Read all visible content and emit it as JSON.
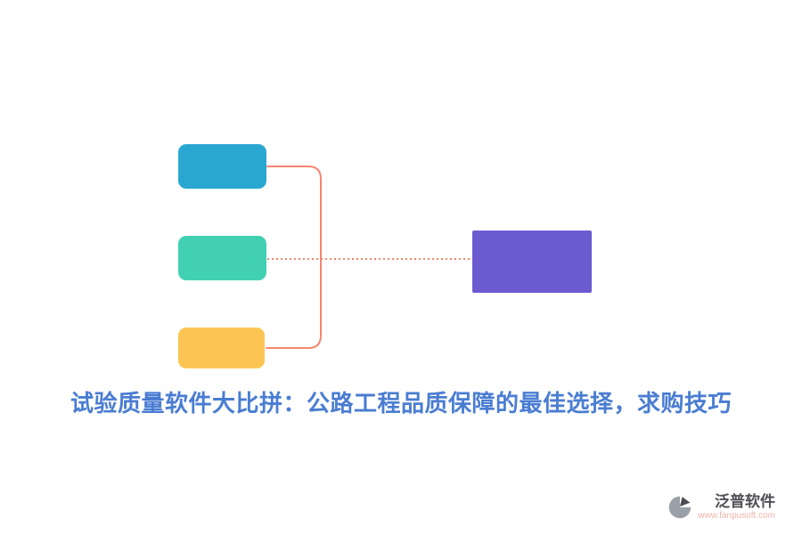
{
  "diagram": {
    "connector_color": "#f4856e",
    "boxes": {
      "top": {
        "color": "#2aa7d1"
      },
      "middle": {
        "color": "#41d1b2"
      },
      "bottom": {
        "color": "#fcc553"
      },
      "right": {
        "color": "#6c5bd0"
      }
    }
  },
  "caption": {
    "text": "试验质量软件大比拼：公路工程品质保障的最佳选择，求购技巧",
    "color": "#4a7dd2"
  },
  "footer": {
    "brand": "泛普软件",
    "brand_color": "#4f4f55",
    "url": "www.fanpusoft.com",
    "url_color": "#f0b3ab",
    "logo_dark": "#4a4a52",
    "logo_light": "#9aa0a8"
  }
}
